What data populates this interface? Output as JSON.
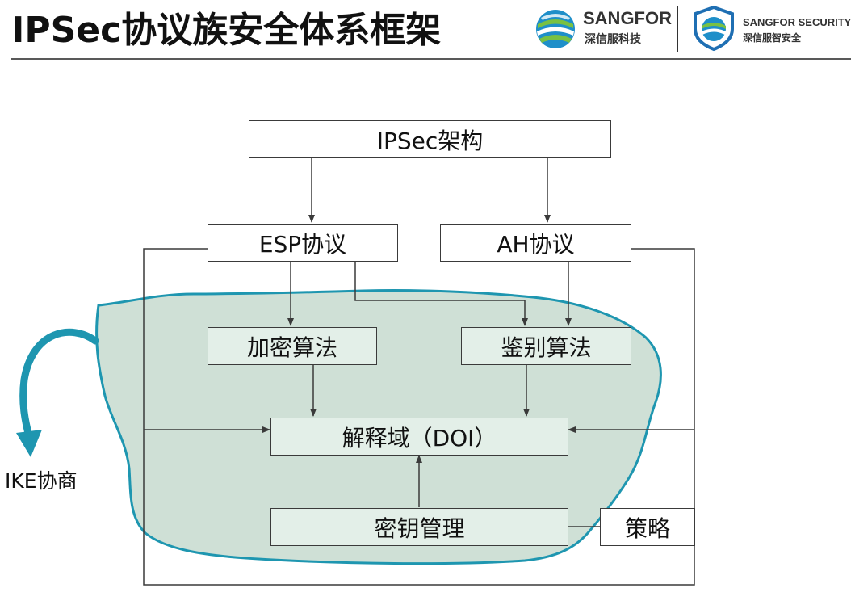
{
  "header": {
    "title": "IPSec协议族安全体系框架",
    "logos": [
      {
        "name": "SANGFOR",
        "subtitle": "深信服科技",
        "icon": "sangfor-globe-icon"
      },
      {
        "name": "SANGFOR SECURITY",
        "subtitle": "深信服智安全",
        "icon": "sangfor-security-shield-icon"
      }
    ]
  },
  "diagram": {
    "nodes": {
      "ipsec_arch": "IPSec架构",
      "esp": "ESP协议",
      "ah": "AH协议",
      "encryption": "加密算法",
      "authentication": "鉴别算法",
      "doi": "解释域（DOI）",
      "key_mgmt": "密钥管理",
      "policy": "策略"
    },
    "side_label": "IKE协商",
    "colors": {
      "blob_fill": "#cfe0d6",
      "blob_stroke": "#1e96b0",
      "green_box": "#e3efe8",
      "line": "#3a3a3a",
      "teal_arrow": "#1e96b0"
    }
  }
}
